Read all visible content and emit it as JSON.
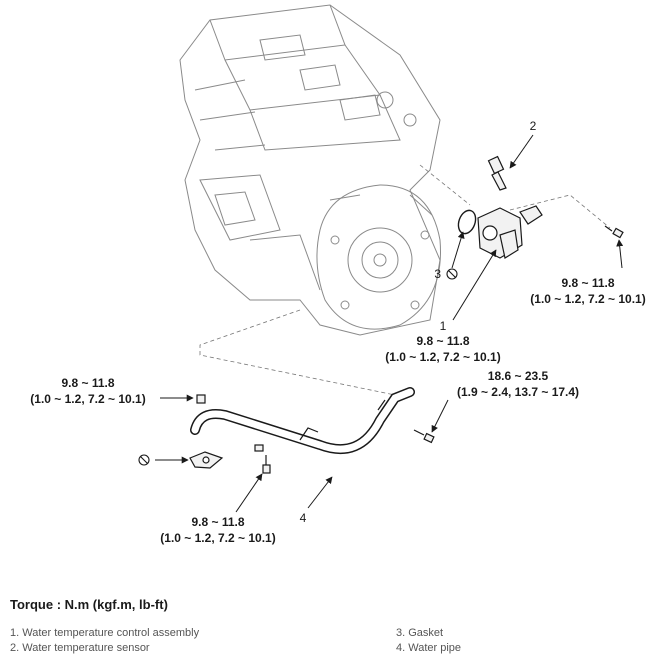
{
  "callouts": {
    "c1_num": "1",
    "c1_torque": "9.8 ~ 11.8",
    "c1_torque_alt": "(1.0 ~ 1.2, 7.2 ~ 10.1)",
    "c2_num": "2",
    "c3_num": "3",
    "bolt_right_torque": "9.8 ~ 11.8",
    "bolt_right_torque_alt": "(1.0 ~ 1.2, 7.2 ~ 10.1)",
    "bolt_left_torque": "9.8 ~ 11.8",
    "bolt_left_torque_alt": "(1.0 ~ 1.2, 7.2 ~ 10.1)",
    "bolt_pipe_torque": "18.6 ~ 23.5",
    "bolt_pipe_torque_alt": "(1.9 ~ 2.4, 13.7 ~ 17.4)",
    "bolt_bottom_torque": "9.8 ~ 11.8",
    "bolt_bottom_torque_alt": "(1.0 ~ 1.2, 7.2 ~ 10.1)",
    "c4_num": "4"
  },
  "torque_title": "Torque : N.m (kgf.m, lb-ft)",
  "legend": [
    "1. Water temperature control assembly",
    "2. Water temperature sensor",
    "3. Gasket",
    "4. Water pipe"
  ],
  "icons": [
    "no-reuse-icon",
    "no-reuse-icon"
  ]
}
